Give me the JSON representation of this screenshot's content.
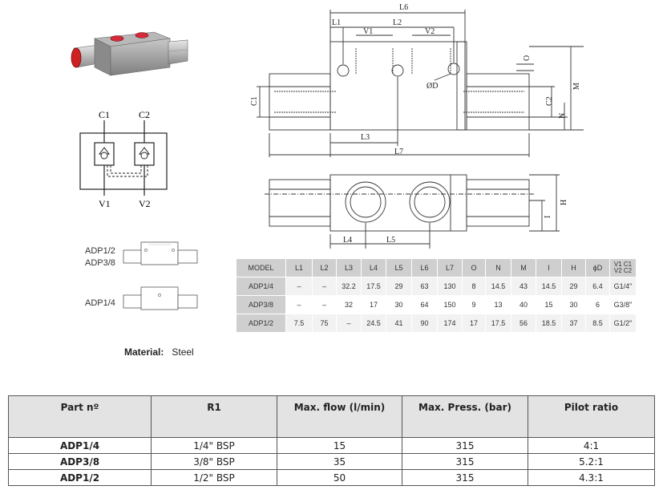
{
  "schematic": {
    "c1": "C1",
    "c2": "C2",
    "v1": "V1",
    "v2": "V2"
  },
  "side_labels": {
    "first": "ADP1/2",
    "second": "ADP3/8",
    "third": "ADP1/4"
  },
  "drawing_labels": {
    "l6": "L6",
    "l1": "L1",
    "l2": "L2",
    "v1": "V1",
    "v2": "V2",
    "o": "O",
    "phid": "ØD",
    "m": "M",
    "c1": "C1",
    "c2": "C2",
    "n": "N",
    "l3": "L3",
    "l7": "L7",
    "h": "H",
    "i": "I",
    "l4": "L4",
    "l5": "L5"
  },
  "dimensions": {
    "header": [
      "MODEL",
      "L1",
      "L2",
      "L3",
      "L4",
      "L5",
      "L6",
      "L7",
      "O",
      "N",
      "M",
      "I",
      "H",
      "ϕD",
      "V1 C1",
      "V2 C2"
    ],
    "rows": [
      [
        "ADP1/4",
        "–",
        "–",
        "32.2",
        "17.5",
        "29",
        "63",
        "130",
        "8",
        "14.5",
        "43",
        "14.5",
        "29",
        "6.4",
        "G1/4\""
      ],
      [
        "ADP3/8",
        "–",
        "–",
        "32",
        "17",
        "30",
        "64",
        "150",
        "9",
        "13",
        "40",
        "15",
        "30",
        "6",
        "G3/8\""
      ],
      [
        "ADP1/2",
        "7.5",
        "75",
        "–",
        "24.5",
        "41",
        "90",
        "174",
        "17",
        "17.5",
        "56",
        "18.5",
        "37",
        "8.5",
        "G1/2\""
      ]
    ]
  },
  "material": {
    "label": "Material:",
    "value": "Steel"
  },
  "parts": {
    "header": [
      "Part nº",
      "R1",
      "Max. flow (l/min)",
      "Max. Press. (bar)",
      "Pilot ratio"
    ],
    "rows": [
      [
        "ADP1/4",
        "1/4\" BSP",
        "15",
        "315",
        "4:1"
      ],
      [
        "ADP3/8",
        "3/8\" BSP",
        "35",
        "315",
        "5.2:1"
      ],
      [
        "ADP1/2",
        "1/2\" BSP",
        "50",
        "315",
        "4.3:1"
      ]
    ]
  },
  "colors": {
    "port_red": "#d42a3a",
    "body_gray": "#9a9a9a",
    "header_gray": "#cfcfcf"
  }
}
